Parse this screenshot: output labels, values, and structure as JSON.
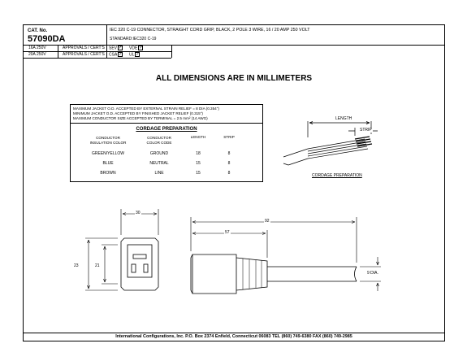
{
  "header": {
    "cat_label": "CAT. No.",
    "cat_number": "57090DA",
    "description": "IEC 320 C-19 CONNECTOR, STRAIGHT CORD GRIP, BLACK, 2 POLE 3 WIRE, 16 / 20 AMP 250 VOLT",
    "standard": "STANDARD:IEC320 C-19"
  },
  "ratings": [
    {
      "rating": "16A 250V",
      "approvals_label": "APPROVALS / CERT'S",
      "agencies": [
        {
          "name": "SEV",
          "checked": "✓"
        },
        {
          "name": "VDE",
          "checked": "✓"
        }
      ]
    },
    {
      "rating": "20A 250V",
      "approvals_label": "APPROVALS / CERT'S",
      "agencies": [
        {
          "name": "CSA",
          "checked": "✓"
        },
        {
          "name": "UL",
          "checked": "✓"
        }
      ]
    }
  ],
  "main_title": "ALL DIMENSIONS ARE IN MILLIMETERS",
  "notes": [
    "MAXIMUM JACKET O.D. ACCEPTED BY EXTERNAL STRAIN RELIEF = 8 DIA (0.354\")",
    "MINIMUM JACKET O.D. ACCEPTED BY FINISHED JACKET RELIEF (0.315\")",
    "MAXIMUM CONDUCTOR SIZE ACCEPTED BY TERMINAL = 2.5 mm² (14 AWG)"
  ],
  "cordage": {
    "title": "CORDAGE PREPARATION",
    "headers": [
      "CONDUCTOR INSULATION COLOR",
      "CONDUCTOR COLOR CODE",
      "LENGTH",
      "STRIP"
    ],
    "rows": [
      [
        "GREEN/YELLOW",
        "GROUND",
        "18",
        "8"
      ],
      [
        "BLUE",
        "NEUTRAL",
        "15",
        "8"
      ],
      [
        "BROWN",
        "LINE",
        "15",
        "8"
      ]
    ]
  },
  "cord_diagram": {
    "length_label": "LENGTH",
    "strip_label": "STRIP",
    "caption": "CORDAGE PREPARATION"
  },
  "dimensions": {
    "front_width": "30",
    "front_height_outer": "23",
    "front_height_inner": "21",
    "overall_length": "92",
    "body_length": "57",
    "cord_dia": "9 DIA."
  },
  "footer": "International Configurations, Inc. P.O. Box 2374  Enfield, Connecticut 06083 TEL (860) 749-6380  FAX (860) 749-2985"
}
